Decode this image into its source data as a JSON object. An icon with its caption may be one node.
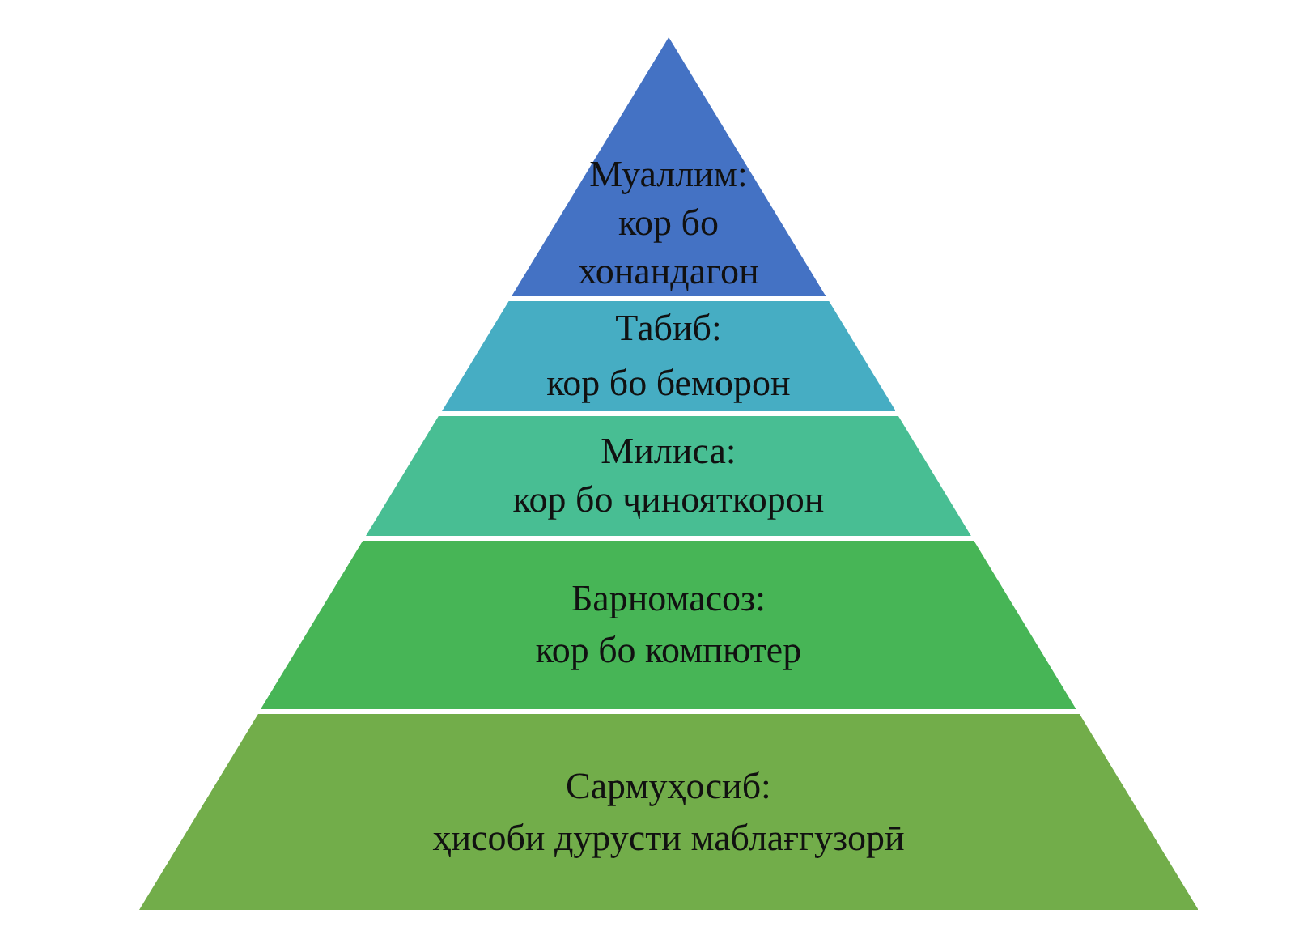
{
  "diagram": {
    "nodes": [
      {
        "text": [
          "Муаллим:",
          "кор бо хонандагон"
        ]
      },
      {
        "text": [
          "Табиб:",
          "кор бо беморон"
        ]
      },
      {
        "text": [
          "Милиса:",
          "кор бо ҷинояткорон"
        ]
      },
      {
        "text": [
          "Барномасоз:",
          "кор бо компютер"
        ]
      },
      {
        "text": [
          "Сармуҳосиб:",
          "ҳисоби дурусти маблағгузорӣ"
        ]
      }
    ]
  }
}
